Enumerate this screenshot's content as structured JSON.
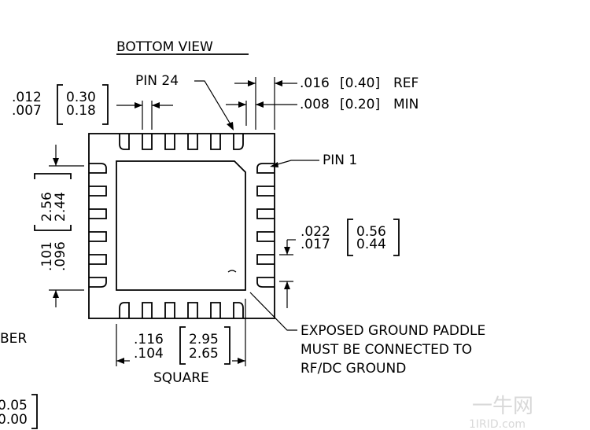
{
  "title": "BOTTOM VIEW",
  "labels": {
    "pin24": "PIN 24",
    "pin1": "PIN 1",
    "ref_in": ".016",
    "ref_mm": "[0.40]",
    "ref_word": "REF",
    "min_in": ".008",
    "min_mm": "[0.20]",
    "min_word": "MIN",
    "lead_w_max_in": ".012",
    "lead_w_min_in": ".007",
    "lead_w_max_mm": "0.30",
    "lead_w_min_mm": "0.18",
    "pad_v_max_mm": "2.56",
    "pad_v_min_mm": "2.44",
    "pad_v_max_in": ".101",
    "pad_v_min_in": ".096",
    "lead_l_max_in": ".022",
    "lead_l_min_in": ".017",
    "lead_l_max_mm": "0.56",
    "lead_l_min_mm": "0.44",
    "pad_h_max_in": ".116",
    "pad_h_min_in": ".104",
    "pad_h_max_mm": "2.95",
    "pad_h_min_mm": "2.65",
    "square": "SQUARE",
    "note_line1": "EXPOSED GROUND PADDLE",
    "note_line2": "MUST BE CONNECTED TO",
    "note_line3": "RF/DC GROUND",
    "cut_left": "BER",
    "cut_bottom_1": "0.05",
    "cut_bottom_2": "0.00",
    "watermark_1": "一牛网",
    "watermark_2": "1IRID.com"
  }
}
